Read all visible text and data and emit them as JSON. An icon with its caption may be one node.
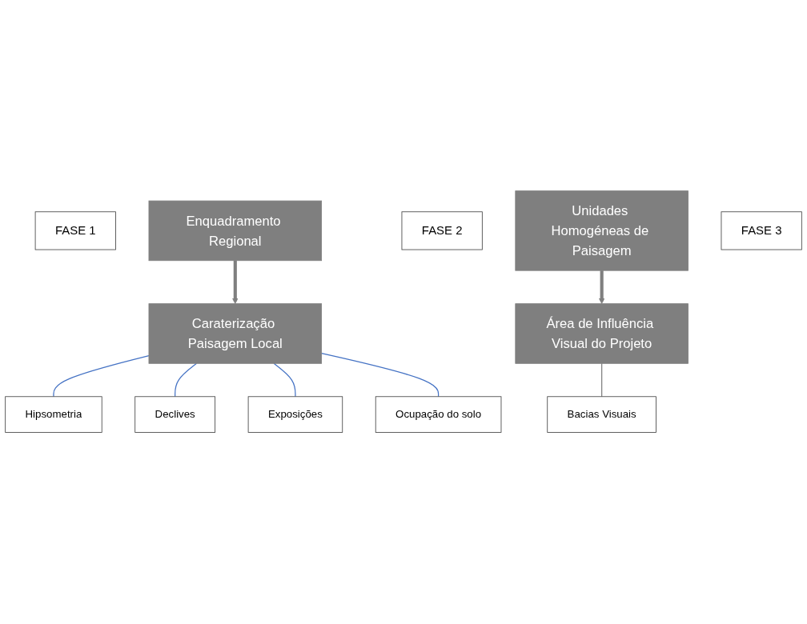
{
  "diagram": {
    "nodes": [
      {
        "text": [
          "FASE 1"
        ]
      },
      {
        "text": [
          "Enquadramento Regional"
        ]
      },
      {
        "text": [
          "Caraterização Paisagem Local"
        ]
      },
      {
        "text": [
          "Hipsometria"
        ]
      },
      {
        "text": [
          "Declives"
        ]
      },
      {
        "text": [
          "Exposições"
        ]
      },
      {
        "text": [
          "Ocupação do solo"
        ]
      },
      {
        "text": [
          "FASE 2"
        ]
      },
      {
        "text": [
          "Unidades Homogéneas de Paisagem"
        ]
      },
      {
        "text": [
          "FASE 3"
        ]
      },
      {
        "text": [
          "Área de Influência Visual do Projeto"
        ]
      },
      {
        "text": [
          "Bacias Visuais"
        ]
      }
    ],
    "edges": [
      {
        "from": 1,
        "to": 2,
        "arrow": "to",
        "style": "thick",
        "color": "#7f7f7f"
      },
      {
        "from": 2,
        "to": 3,
        "arrow": "none"
      },
      {
        "from": 2,
        "to": 4,
        "arrow": "none"
      },
      {
        "from": 2,
        "to": 5,
        "arrow": "none"
      },
      {
        "from": 2,
        "to": 6,
        "arrow": "none"
      },
      {
        "from": 8,
        "to": 10,
        "arrow": "to",
        "style": "thick",
        "color": "#7f7f7f"
      },
      {
        "from": 10,
        "to": 11,
        "arrow": "none",
        "color": "#7f7f7f"
      }
    ]
  }
}
